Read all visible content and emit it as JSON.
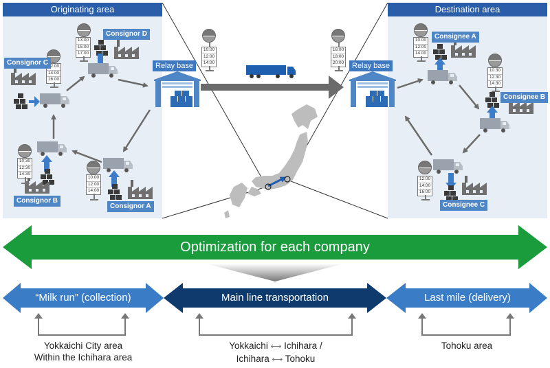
{
  "originating_area": {
    "title": "Originating area",
    "consignors": [
      {
        "label": "Consignor D",
        "times": [
          "13:00",
          "15:00",
          "17:00"
        ]
      },
      {
        "label": "Consignor C",
        "times": [
          "12:00",
          "14:00",
          "16:00"
        ]
      },
      {
        "label": "Consignor B",
        "times": [
          "10:30",
          "12:30",
          "14:30"
        ]
      },
      {
        "label": "Consignor A",
        "times": [
          "10:00",
          "12:00",
          "14:00"
        ]
      }
    ],
    "relay_base": {
      "label": "Relay base",
      "times": [
        "10:00",
        "12:00",
        "14:00"
      ]
    }
  },
  "destination_area": {
    "title": "Destination area",
    "consignees": [
      {
        "label": "Consignee A",
        "times": [
          "10:00",
          "12:00",
          "14:00"
        ]
      },
      {
        "label": "Consignee B",
        "times": [
          "10:30",
          "12:30",
          "14:30"
        ]
      },
      {
        "label": "Consignee C",
        "times": [
          "12:00",
          "14:00",
          "16:00"
        ]
      }
    ],
    "relay_base": {
      "label": "Relay base",
      "times": [
        "16:00",
        "18:00",
        "20:00"
      ]
    }
  },
  "banner": {
    "label": "Optimization for each company"
  },
  "stages": [
    {
      "label": "“Milk run” (collection)",
      "area_lines": [
        "Yokkaichi City area",
        "Within the Ichihara area"
      ]
    },
    {
      "label": "Main line transportation",
      "route_lines": [
        {
          "from": "Yokkaichi",
          "to": "Ichihara",
          "sep": "/"
        },
        {
          "from": "Ichihara",
          "to": "Tohoku",
          "sep": ""
        }
      ]
    },
    {
      "label": "Last mile (delivery)",
      "area_lines": [
        "Tohoku area"
      ]
    }
  ],
  "colors": {
    "panel_bg": "#e8eef6",
    "title_blue": "#2a5ea8",
    "banner_green": "#1a9b3c",
    "stage_light": "#3b7cc6",
    "stage_dark": "#0e3a6e",
    "arrow_gray": "#666666"
  }
}
